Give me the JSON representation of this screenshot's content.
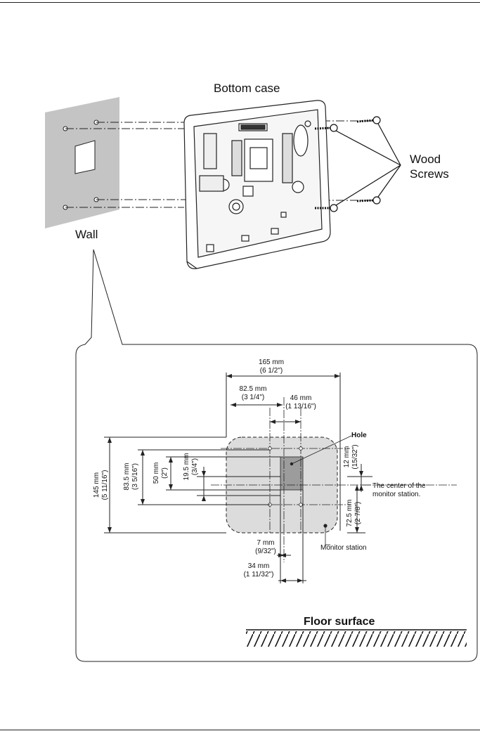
{
  "upper_figure": {
    "bottom_case": "Bottom case",
    "wood_screws_line1": "Wood",
    "wood_screws_line2": "Screws",
    "wall": "Wall"
  },
  "detail_figure": {
    "dim_165": "165 mm",
    "dim_165_in": "(6 1/2\")",
    "dim_82_5": "82.5 mm",
    "dim_82_5_in": "(3 1/4\")",
    "dim_46": "46 mm",
    "dim_46_in": "(1 13/16\")",
    "hole": "Hole",
    "dim_145": "145 mm",
    "dim_145_in": "(5 11/16\")",
    "dim_83_5": "83.5 mm",
    "dim_83_5_in": "(3 5/16\")",
    "dim_50": "50 mm",
    "dim_50_in": "(2\")",
    "dim_19_5": "19.5 mm",
    "dim_19_5_in": "(3/4\")",
    "dim_12": "12 mm",
    "dim_12_in": "(15/32\")",
    "center_line1": "The center of the",
    "center_line2": "monitor station.",
    "dim_72_5": "72.5 mm",
    "dim_72_5_in": "(2 7/8\")",
    "dim_7": "7 mm",
    "dim_7_in": "(9/32\")",
    "monitor_station": "Monitor station",
    "dim_34": "34 mm",
    "dim_34_in": "(1 11/32\")",
    "floor_surface": "Floor surface"
  }
}
